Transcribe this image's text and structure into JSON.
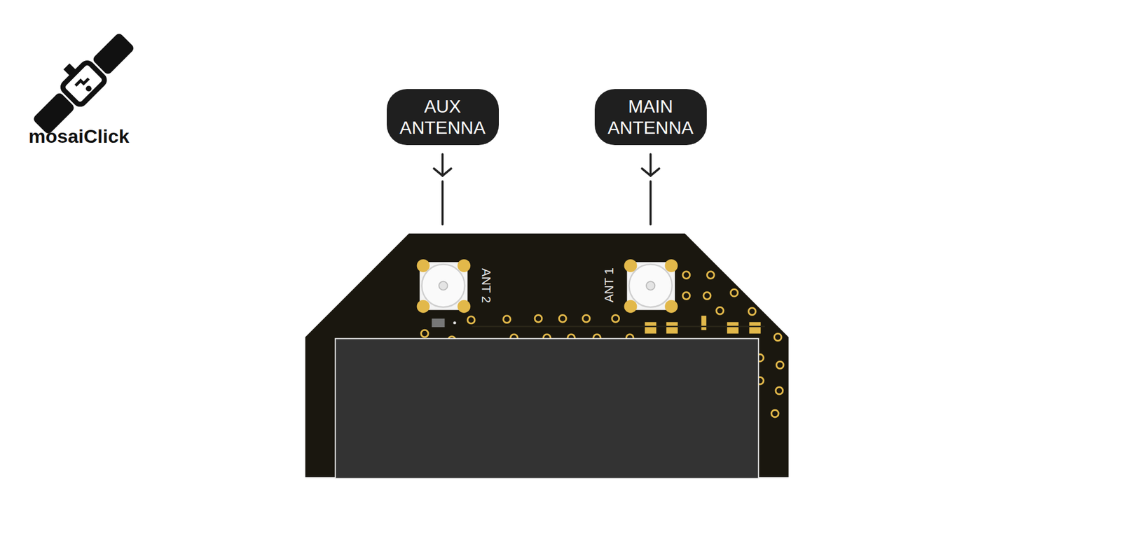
{
  "diagram": {
    "nodes": [
      {
        "text": [
          "AUX ANTENNA"
        ]
      },
      {
        "text": [
          "MAIN ANTENNA"
        ]
      }
    ],
    "labels": [
      "mosaiClick",
      "ANT 2",
      "ANT 1"
    ]
  }
}
